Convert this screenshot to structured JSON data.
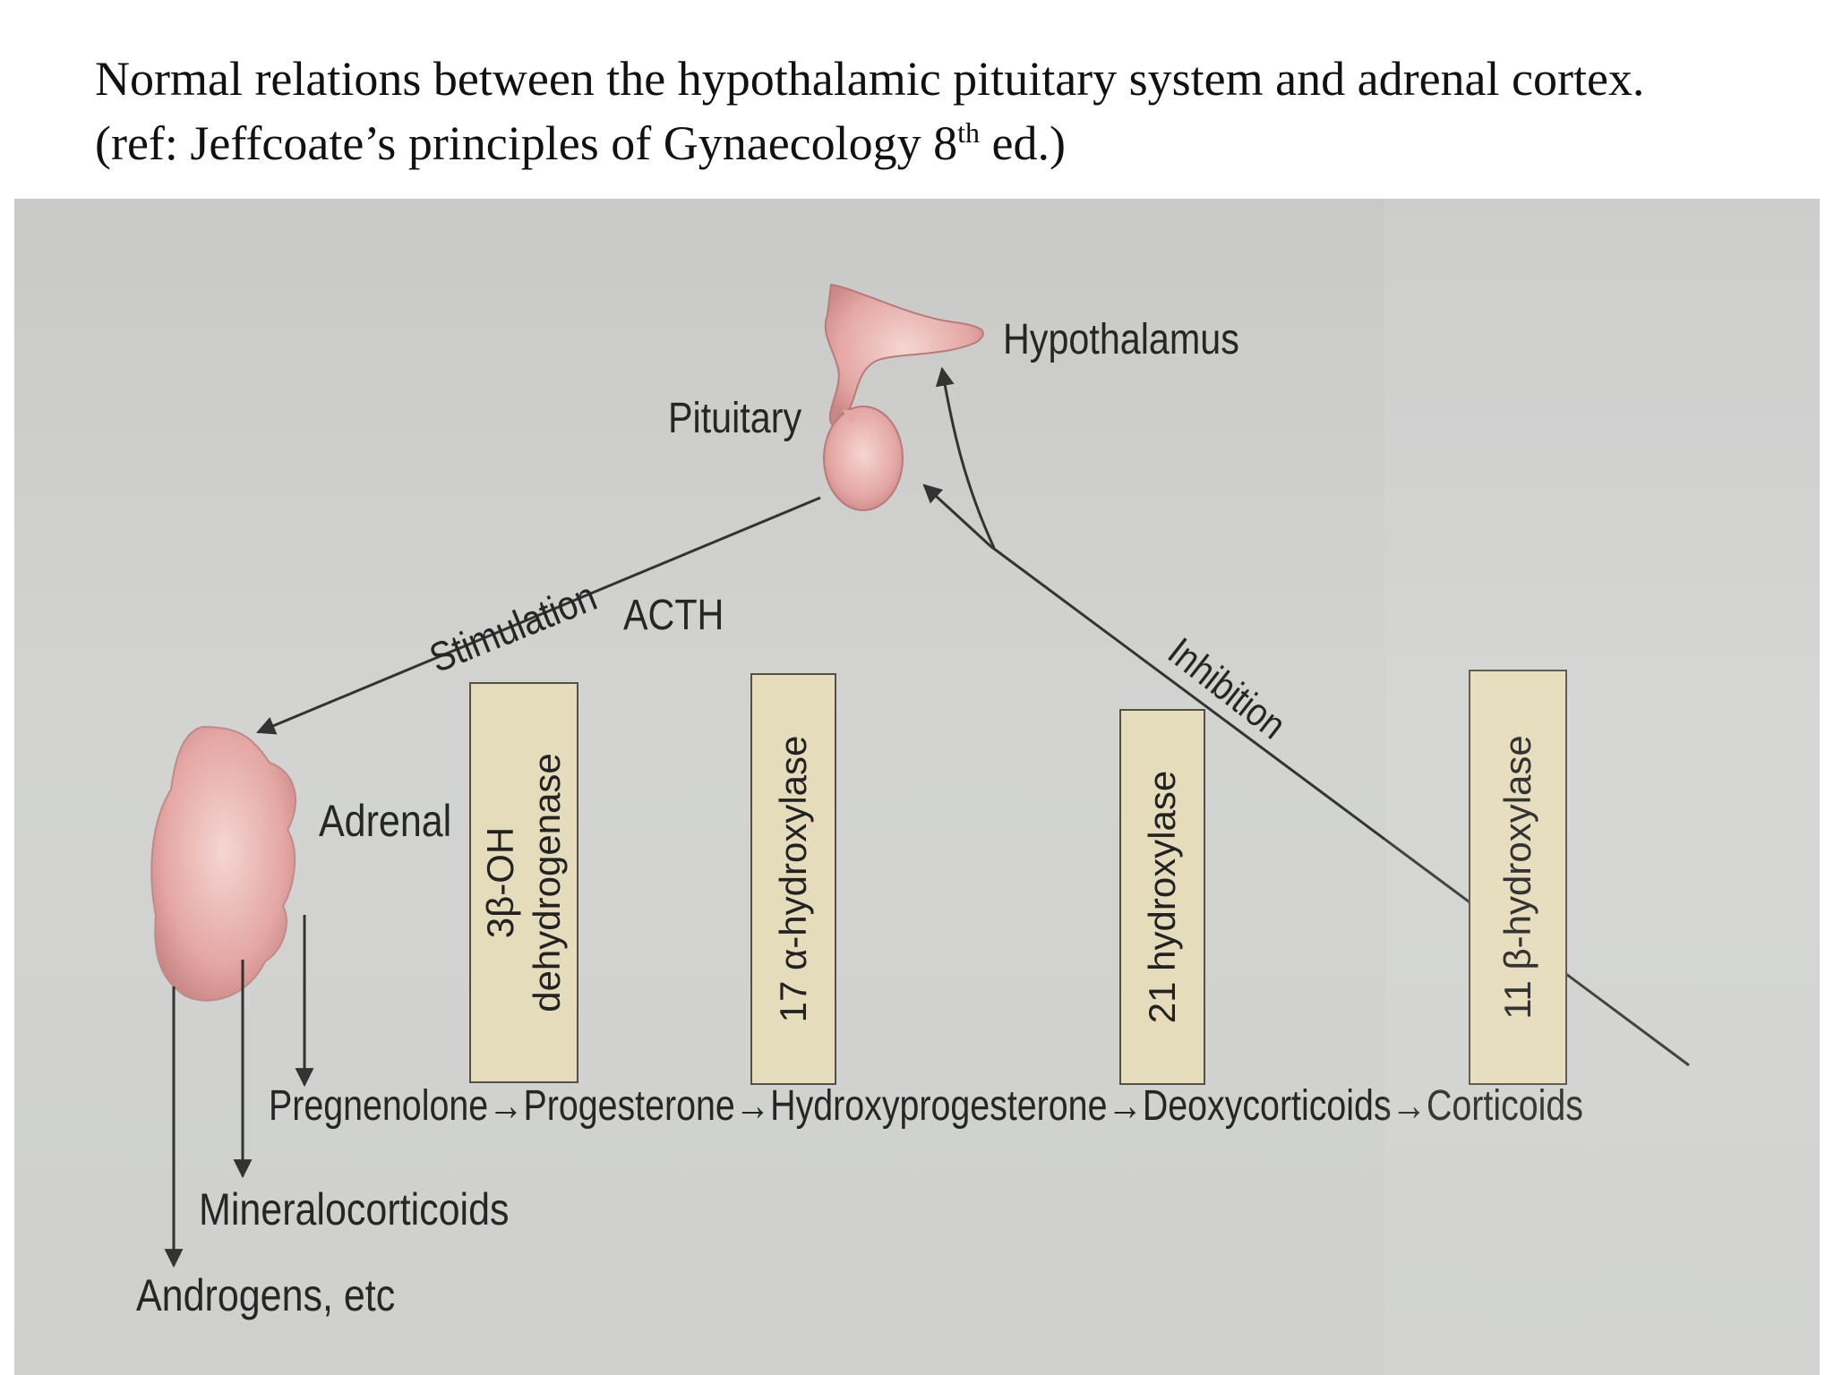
{
  "caption": {
    "line1": "Normal relations between the hypothalamic pituitary system and adrenal  cortex.",
    "line2_before": "(ref: Jeffcoate’s principles of Gynaecology 8",
    "line2_sup": "th",
    "line2_after": " ed.)"
  },
  "labels": {
    "hypothalamus": "Hypothalamus",
    "pituitary": "Pituitary",
    "stimulation": "Stimulation",
    "acth": "ACTH",
    "inhibition": "Inhibition",
    "adrenal": "Adrenal",
    "pathway": "Pregnenolone→Progesterone→Hydroxyprogesterone→Deoxycorticoids→Corticoids",
    "mineralocorticoids": "Mineralocorticoids",
    "androgens": "Androgens, etc"
  },
  "enzymes": [
    {
      "line1": "3β-OH",
      "line2": "dehydrogenase"
    },
    {
      "line1": "17 α-hydroxylase"
    },
    {
      "line1": "21 hydroxylase"
    },
    {
      "line1": "11 β-hydroxylase"
    }
  ],
  "colors": {
    "organ": "#e2a2a0",
    "enzyme_box": "#e4dcba",
    "background": "#cfd0ce"
  }
}
